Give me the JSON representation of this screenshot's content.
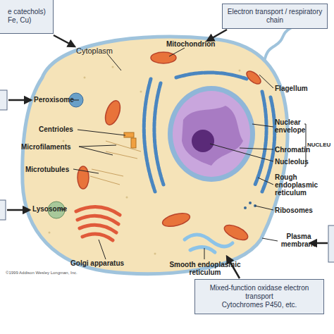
{
  "diagram": {
    "nodes": [
      {
        "text": [
          "e catechols) Fe, Cu)"
        ]
      },
      {
        "text": [
          "Electron transport / respiratory chain"
        ]
      },
      {
        "text": [
          "Mixed-function oxidase electron transport",
          "Cytochromes P450, etc."
        ]
      }
    ],
    "labels": [
      "Cytoplasm",
      "Mitochondrion",
      "Flagellum",
      "Peroxisome",
      "Nuclear envelope",
      "Chromatin",
      "Nucleolus",
      "NUCLEU",
      "Centrioles",
      "Microfilaments",
      "Microtubules",
      "Rough endoplasmic reticulum",
      "Ribosomes",
      "Lysosome",
      "Plasma membrane",
      "Golgi apparatus",
      "Smooth endoplasmic reticulum",
      "©1999 Addison Wesley Longman, Inc."
    ]
  }
}
